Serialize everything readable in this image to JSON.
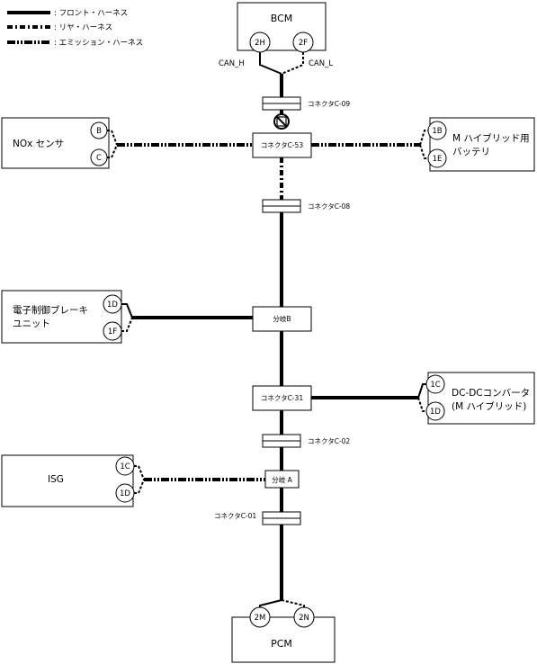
{
  "legend": {
    "front": ": フロント・ハーネス",
    "rear": ": リヤ・ハーネス",
    "emission": ": エミッション・ハーネス"
  },
  "modules": {
    "bcm": {
      "label": "BCM",
      "pin_h": "2H",
      "pin_l": "2F"
    },
    "nox": {
      "label": "NOx センサ",
      "pin_1": "B",
      "pin_2": "C"
    },
    "battery": {
      "label_1": "M ハイブリッド用",
      "label_2": "バッテリ",
      "pin_1": "1B",
      "pin_2": "1E"
    },
    "brake": {
      "label_1": "電子制御ブレーキ",
      "label_2": "ユニット",
      "pin_1": "1D",
      "pin_2": "1F"
    },
    "dcdc": {
      "label_1": "DC-DCコンバータ",
      "label_2": "(M ハイブリッド)",
      "pin_1": "1C",
      "pin_2": "1D"
    },
    "isg": {
      "label": "ISG",
      "pin_1": "1C",
      "pin_2": "1D"
    },
    "pcm": {
      "label": "PCM",
      "pin_1": "2M",
      "pin_2": "2N"
    }
  },
  "signals": {
    "can_h": "CAN_H",
    "can_l": "CAN_L"
  },
  "connectors": {
    "c09": "コネクタC-09",
    "c53": "コネクタC-53",
    "c08": "コネクタC-08",
    "branch_b": "分岐B",
    "c31": "コネクタC-31",
    "c02": "コネクタC-02",
    "branch_a": "分岐 A",
    "c01": "コネクタC-01"
  },
  "icons": {
    "no_disconnect": "prohibition-icon"
  }
}
